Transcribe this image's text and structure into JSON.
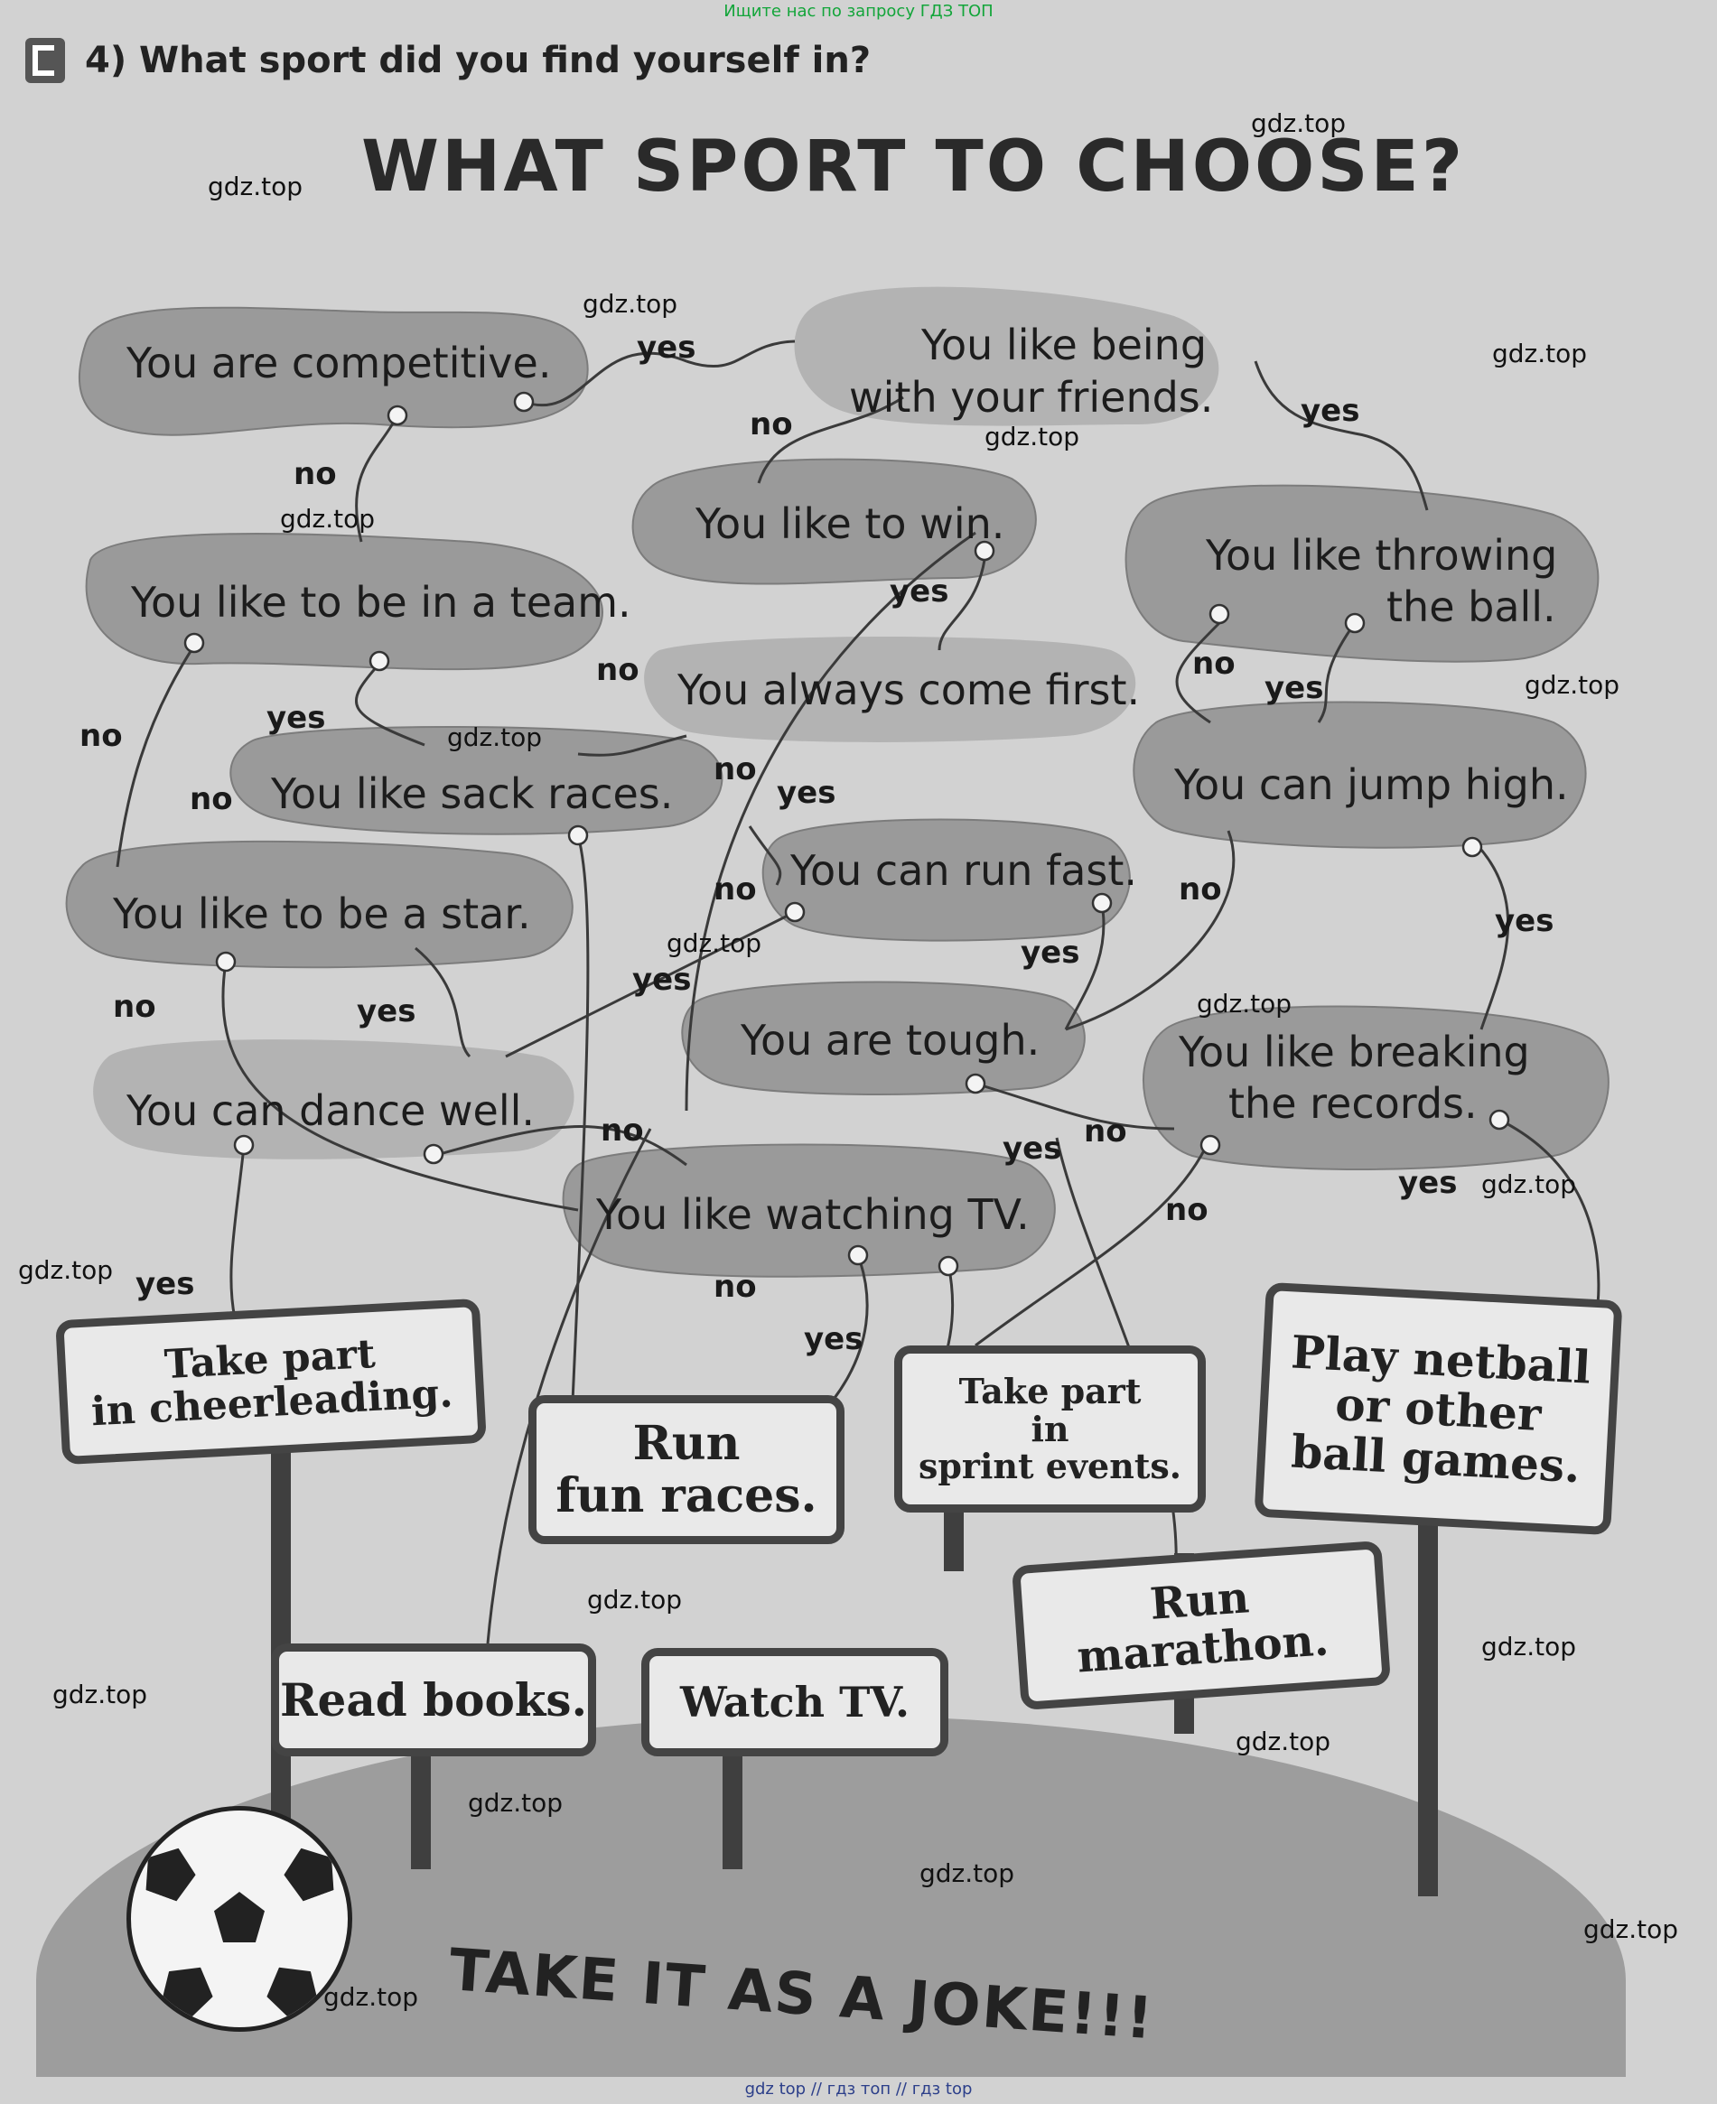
{
  "site_top": "Ищите нас по запросу ГДЗ ТОП",
  "site_bottom": "gdz top  //  гдз топ  //  гдз top",
  "header": {
    "task": "4) What sport did you find yourself in?"
  },
  "title": "WHAT SPORT TO CHOOSE?",
  "statements": {
    "competitive": "You are competitive.",
    "friends_1": "You like being",
    "friends_2": "with your friends.",
    "win": "You like to win.",
    "throwing_1": "You like throwing",
    "throwing_2": "the ball.",
    "team": "You like to be  in a team.",
    "come_first": "You always come first.",
    "sack_races": "You like sack races.",
    "jump_high": "You can jump high.",
    "run_fast": "You can run fast.",
    "star": "You like to be a star.",
    "tough": "You are tough.",
    "records_1": "You like breaking",
    "records_2": "the records.",
    "dance": "You can dance well.",
    "watching_tv": "You like watching TV."
  },
  "answers": {
    "yes": "yes",
    "no": "no"
  },
  "outcomes": {
    "cheerleading_1": "Take part",
    "cheerleading_2": "in cheerleading.",
    "fun_races_1": "Run",
    "fun_races_2": "fun races.",
    "sprint_1": "Take part",
    "sprint_2": "in",
    "sprint_3": "sprint events.",
    "netball_1": "Play netball",
    "netball_2": "or other",
    "netball_3": "ball games.",
    "marathon_1": "Run",
    "marathon_2": "marathon.",
    "read_books": "Read books.",
    "watch_tv": "Watch TV."
  },
  "footer": "TAKE IT AS A JOKE!!!",
  "watermark": "gdz.top"
}
